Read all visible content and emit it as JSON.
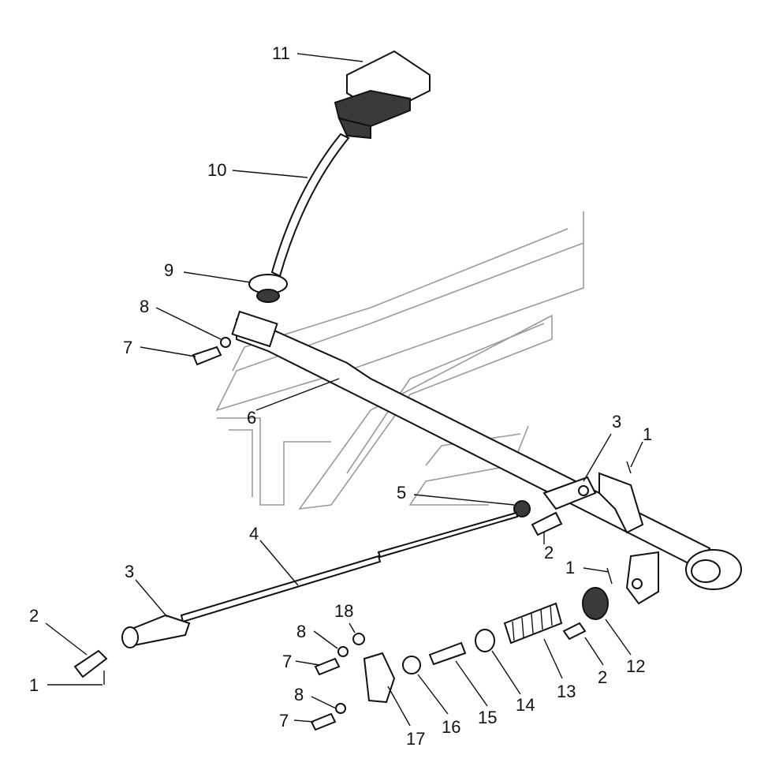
{
  "diagram": {
    "watermark_icon": "gaz-logo-watermark",
    "part_labels": [
      {
        "id": "label-11",
        "text": "11"
      },
      {
        "id": "label-10",
        "text": "10"
      },
      {
        "id": "label-9",
        "text": "9"
      },
      {
        "id": "label-8-top",
        "text": "8"
      },
      {
        "id": "label-7-top",
        "text": "7"
      },
      {
        "id": "label-6",
        "text": "6"
      },
      {
        "id": "label-3-right",
        "text": "3"
      },
      {
        "id": "label-1-right-top",
        "text": "1"
      },
      {
        "id": "label-5",
        "text": "5"
      },
      {
        "id": "label-2-mid",
        "text": "2"
      },
      {
        "id": "label-4",
        "text": "4"
      },
      {
        "id": "label-3-left",
        "text": "3"
      },
      {
        "id": "label-2-left",
        "text": "2"
      },
      {
        "id": "label-1-left",
        "text": "1"
      },
      {
        "id": "label-1-right-low",
        "text": "1"
      },
      {
        "id": "label-18",
        "text": "18"
      },
      {
        "id": "label-8-mid",
        "text": "8"
      },
      {
        "id": "label-7-mid",
        "text": "7"
      },
      {
        "id": "label-8-low",
        "text": "8"
      },
      {
        "id": "label-7-low",
        "text": "7"
      },
      {
        "id": "label-17",
        "text": "17"
      },
      {
        "id": "label-16",
        "text": "16"
      },
      {
        "id": "label-15",
        "text": "15"
      },
      {
        "id": "label-14",
        "text": "14"
      },
      {
        "id": "label-13",
        "text": "13"
      },
      {
        "id": "label-2-right",
        "text": "2"
      },
      {
        "id": "label-12",
        "text": "12"
      }
    ]
  }
}
